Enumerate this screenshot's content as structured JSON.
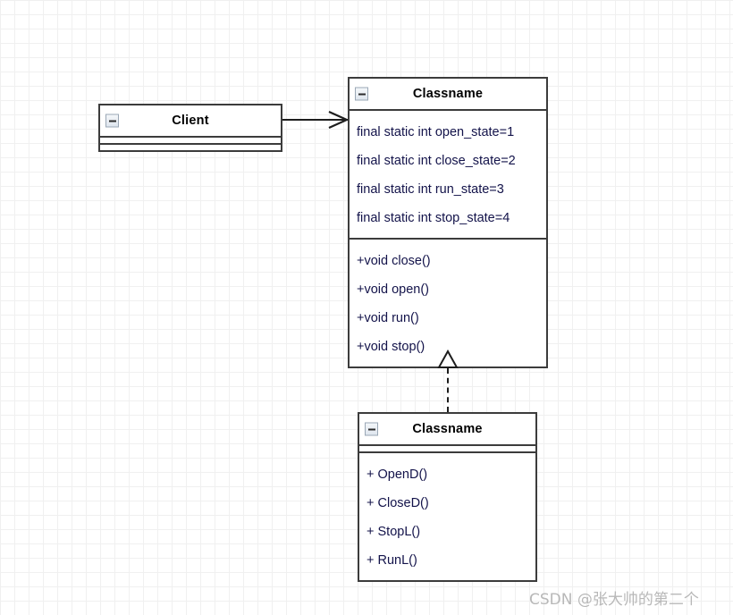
{
  "diagram": {
    "type": "uml-class-diagram",
    "background": {
      "grid": true,
      "minor_color": "#f0f0f0",
      "major_color": "#dcdcdc"
    },
    "classes": [
      {
        "id": "client",
        "name": "Client",
        "icon": "collapse-minus-icon",
        "attributes": [],
        "methods": []
      },
      {
        "id": "top-class",
        "name": "Classname",
        "icon": "collapse-minus-icon",
        "attributes": [
          "final static int open_state=1",
          "final static int close_state=2",
          "final static int run_state=3",
          "final static int stop_state=4"
        ],
        "methods": [
          "+void close()",
          "+void open()",
          "+void run()",
          "+void stop()"
        ]
      },
      {
        "id": "bottom-class",
        "name": "Classname",
        "icon": "collapse-minus-icon",
        "attributes": [],
        "methods": [
          "+ OpenD()",
          "+ CloseD()",
          "+ StopL()",
          "+ RunL()"
        ]
      }
    ],
    "connectors": [
      {
        "id": "association",
        "kind": "association-arrow",
        "from": "client",
        "to": "top-class",
        "style": "solid",
        "arrowhead": "open"
      },
      {
        "id": "realization",
        "kind": "realization",
        "from": "bottom-class",
        "to": "top-class",
        "style": "dashed",
        "arrowhead": "hollow-triangle"
      }
    ]
  },
  "watermark": {
    "text": "CSDN @张大帅的第二个"
  }
}
